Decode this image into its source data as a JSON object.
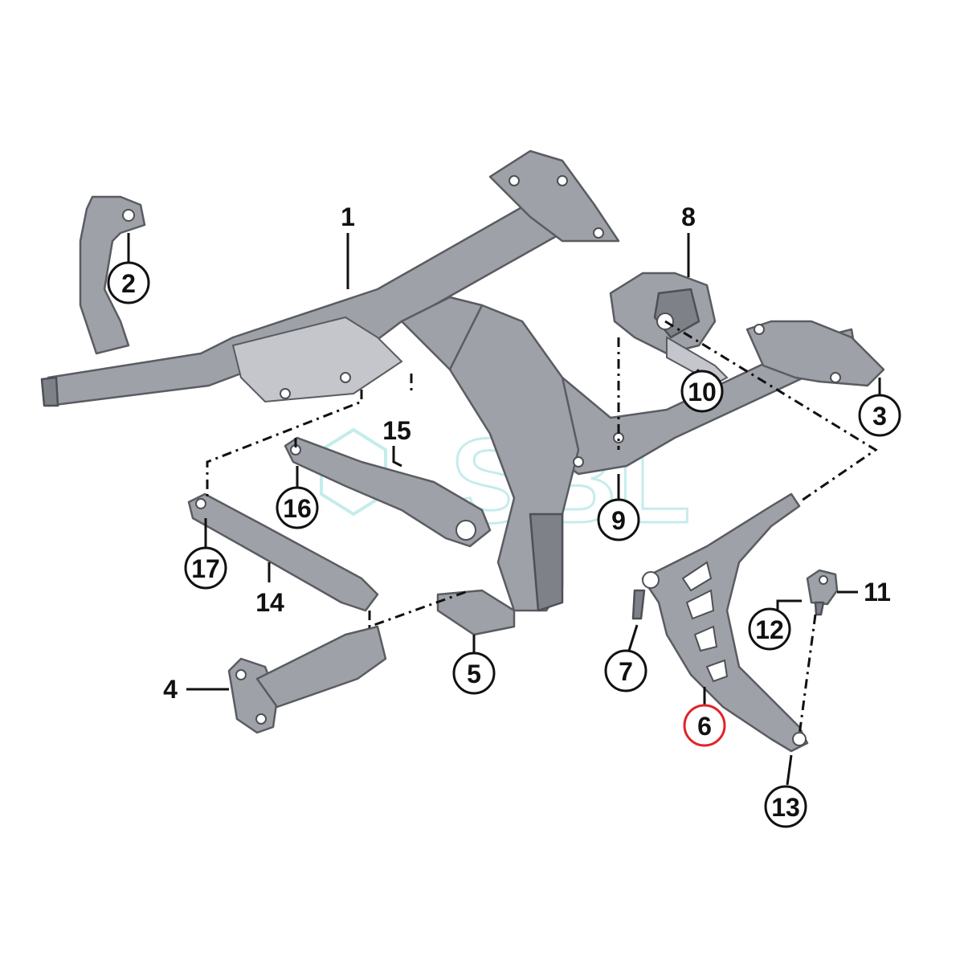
{
  "callouts": [
    {
      "id": "1",
      "circled": false
    },
    {
      "id": "2",
      "circled": true
    },
    {
      "id": "3",
      "circled": true
    },
    {
      "id": "4",
      "circled": false
    },
    {
      "id": "5",
      "circled": true
    },
    {
      "id": "6",
      "circled": true,
      "highlight": true
    },
    {
      "id": "7",
      "circled": true
    },
    {
      "id": "8",
      "circled": false
    },
    {
      "id": "9",
      "circled": true
    },
    {
      "id": "10",
      "circled": true
    },
    {
      "id": "11",
      "circled": false
    },
    {
      "id": "12",
      "circled": true
    },
    {
      "id": "13",
      "circled": true
    },
    {
      "id": "14",
      "circled": false
    },
    {
      "id": "15",
      "circled": false
    },
    {
      "id": "16",
      "circled": true
    },
    {
      "id": "17",
      "circled": true
    }
  ],
  "watermark": {
    "text": "SBL"
  },
  "colors": {
    "part": "#9fa1a8",
    "line": "#111111",
    "highlight": "#e0242a",
    "watermark": "#9fe0e0"
  }
}
